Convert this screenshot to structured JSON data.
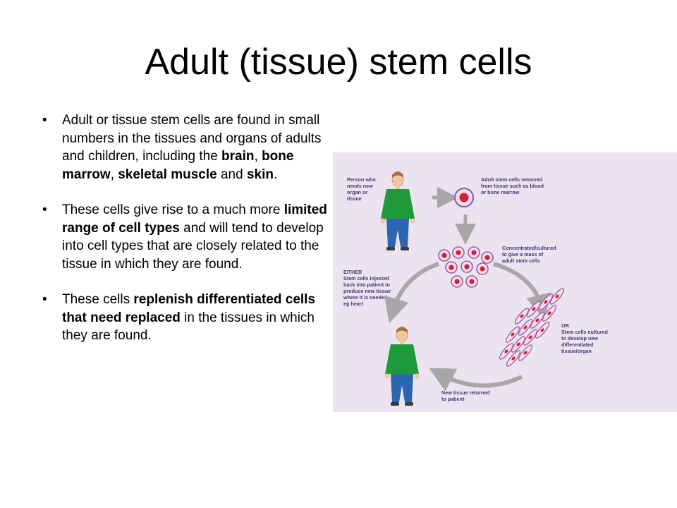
{
  "slide": {
    "title": "Adult (tissue) stem cells",
    "bullets": [
      {
        "segments": [
          {
            "text": "Adult or tissue stem cells are found in small numbers in the tissues and organs of adults and children, including the ",
            "bold": false
          },
          {
            "text": "brain",
            "bold": true
          },
          {
            "text": ", ",
            "bold": false
          },
          {
            "text": "bone marrow",
            "bold": true
          },
          {
            "text": ", ",
            "bold": false
          },
          {
            "text": "skeletal muscle",
            "bold": true
          },
          {
            "text": " and ",
            "bold": false
          },
          {
            "text": "skin",
            "bold": true
          },
          {
            "text": ".",
            "bold": false
          }
        ]
      },
      {
        "segments": [
          {
            "text": "These cells give rise to a much more ",
            "bold": false
          },
          {
            "text": "limited range of cell types",
            "bold": true
          },
          {
            "text": " and will tend to develop into cell types that are closely related to the tissue in which they are found.",
            "bold": false
          }
        ]
      },
      {
        "segments": [
          {
            "text": "These cells ",
            "bold": false
          },
          {
            "text": "replenish differentiated cells that need replaced",
            "bold": true
          },
          {
            "text": " in the tissues in which they are found.",
            "bold": false
          }
        ]
      }
    ]
  },
  "figure": {
    "labels": {
      "person": [
        "Person who",
        "needs new",
        "organ or",
        "tissue"
      ],
      "removed": [
        "Adult stem cells removed",
        "from tissue such as blood",
        "or bone marrow"
      ],
      "cultured": [
        "Concentrated/cultured",
        "to give a mass of",
        "adult stem cells"
      ],
      "either": [
        "EITHER",
        "Stem cells injected",
        "back into patient to",
        "produce new tissue",
        "where it is needed",
        "eg heart"
      ],
      "or": [
        "OR",
        "Stem cells cultured",
        "to develop new",
        "differentiated",
        "tissue/organ"
      ],
      "returned": [
        "New tissue returned",
        "to patient"
      ]
    },
    "colors": {
      "background": "#ebe4f0",
      "label_text": "#3e3a74",
      "arrow": "#a7a7a7",
      "shirt": "#1e9a3a",
      "trousers": "#2c66b0",
      "cell_membrane": "#9a5fa8",
      "nucleus": "#d11f3e"
    }
  }
}
